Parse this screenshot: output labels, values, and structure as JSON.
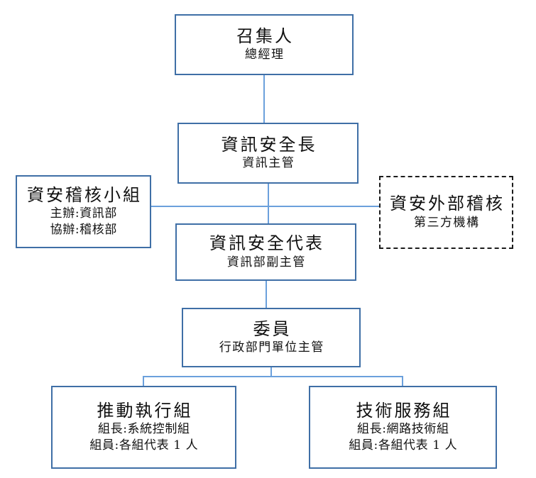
{
  "diagram": {
    "type": "organizational-chart",
    "language": "zh-Hant",
    "colors": {
      "box_border": "#3F6FA6",
      "dashed_border": "#1C1C1C",
      "connector": "#6BA0DC",
      "background": "#FFFFFF",
      "text": "#111111"
    },
    "nodes": {
      "convener": {
        "title": "召集人",
        "subtitle": "總經理"
      },
      "ciso": {
        "title": "資訊安全長",
        "subtitle": "資訊主管"
      },
      "audit_team": {
        "title": "資安稽核小組",
        "line2": "主辦:資訊部",
        "line3": "協辦:稽核部"
      },
      "external_audit": {
        "title": "資安外部稽核",
        "subtitle": "第三方機構"
      },
      "security_rep": {
        "title": "資訊安全代表",
        "subtitle": "資訊部副主管"
      },
      "committee": {
        "title": "委員",
        "subtitle": "行政部門單位主管"
      },
      "exec_group": {
        "title": "推動執行組",
        "line2": "組長:系統控制組",
        "line3": "組員:各組代表 1 人"
      },
      "tech_group": {
        "title": "技術服務組",
        "line2": "組長:網路技術組",
        "line3": "組員:各組代表 1 人"
      }
    }
  }
}
